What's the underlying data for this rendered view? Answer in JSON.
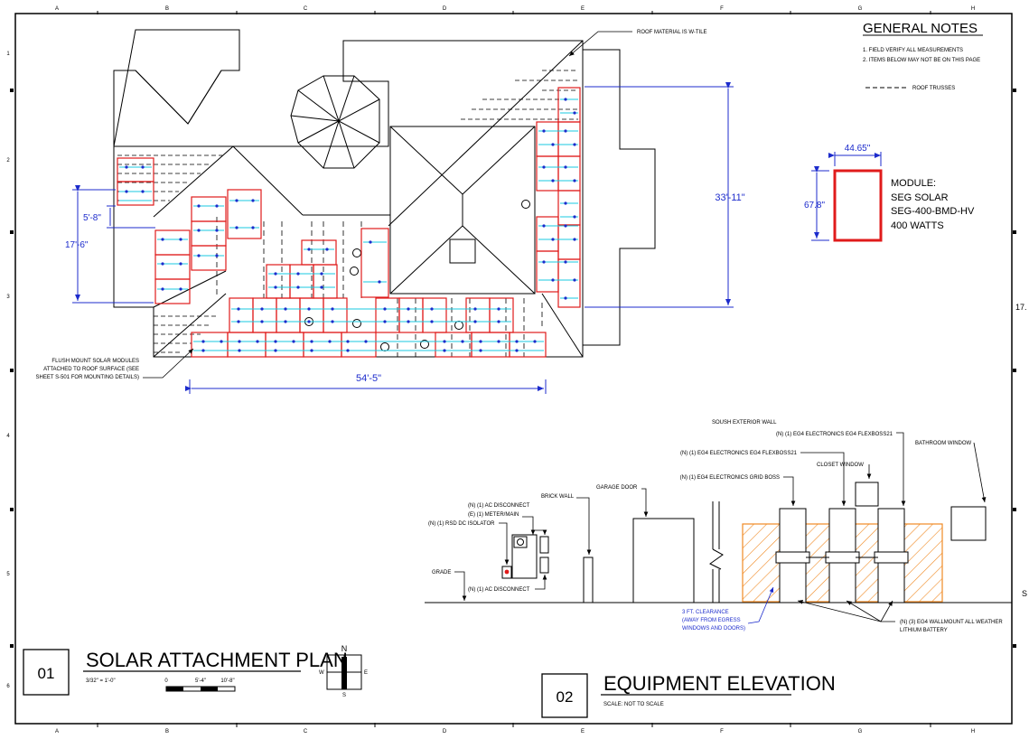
{
  "grid": {
    "columns": [
      "A",
      "B",
      "C",
      "D",
      "E",
      "F",
      "G",
      "H"
    ],
    "rows": [
      "1",
      "2",
      "3",
      "4",
      "5",
      "6"
    ]
  },
  "notes": {
    "title": "GENERAL NOTES",
    "items": [
      "1. FIELD VERIFY ALL MEASUREMENTS",
      "2. ITEMS BELOW MAY NOT BE ON THIS PAGE"
    ],
    "legend_roof_trusses": "ROOF TRUSSES"
  },
  "module": {
    "width": "44.65\"",
    "height": "67.8\"",
    "lines": [
      "MODULE:",
      "SEG SOLAR",
      "SEG-400-BMD-HV",
      "400 WATTS"
    ],
    "outline_color": "#e01b1b"
  },
  "plan": {
    "roof_material_note": "ROOF MATERIAL IS W-TILE",
    "flush_mount_note": [
      "FLUSH MOUNT SOLAR MODULES",
      "ATTACHED TO ROOF SURFACE (SEE",
      "SHEET S-501 FOR MOUNTING DETAILS)"
    ],
    "dim_height_right": "33'-11\"",
    "dim_width_bottom": "54'-5\"",
    "dim_left_small": "5'-8\"",
    "dim_left_large": "17'-6\"",
    "dimension_color": "#1c2bcc",
    "rail_color": "#18c8e0"
  },
  "elevation": {
    "labels": {
      "south_wall": "SOUSH EXTERIOR WALL",
      "flexboss_a": "(N) (1) EG4 ELECTRONICS EG4 FLEXBOSS21",
      "flexboss_b": "(N) (1) EG4 ELECTRONICS EG4 FLEXBOSS21",
      "grid_boss": "(N) (1) EG4 ELECTRONICS GRID BOSS",
      "closet_window": "CLOSET WINDOW",
      "bathroom_window": "BATHROOM WINDOW",
      "garage_door": "GARAGE DOOR",
      "brick_wall": "BRICK WALL",
      "ac_disconnect_top": "(N) (1) AC DISCONNECT",
      "meter_main": "(E) (1) METER/MAIN",
      "rsd_isolator": "(N) (1) RSD DC ISOLATOR",
      "grade": "GRADE",
      "ac_disconnect_bottom": "(N) (1) AC DISCONNECT",
      "clearance": [
        "3 FT. CLEARANCE",
        "(AWAY FROM EGRESS",
        "WINDOWS AND DOORS)"
      ],
      "battery": [
        "(N) (3) EG4 WALLMOUNT ALL WEATHER",
        "LITHIUM BATTERY"
      ]
    },
    "clearance_color": "#f08a24"
  },
  "title_blocks": {
    "plan": {
      "number": "01",
      "title": "SOLAR ATTACHMENT PLAN",
      "scale": "3/32\" = 1'-0\"",
      "scale_bar": [
        "0",
        "5'-4\"",
        "10'-8\""
      ]
    },
    "elevation": {
      "number": "02",
      "title": "EQUIPMENT ELEVATION",
      "scale": "SCALE: NOT TO SCALE"
    }
  },
  "compass": {
    "n": "N",
    "s": "S",
    "e": "E",
    "w": "W"
  },
  "edge_fragments": {
    "right_17": "17.",
    "right_s": "S"
  }
}
